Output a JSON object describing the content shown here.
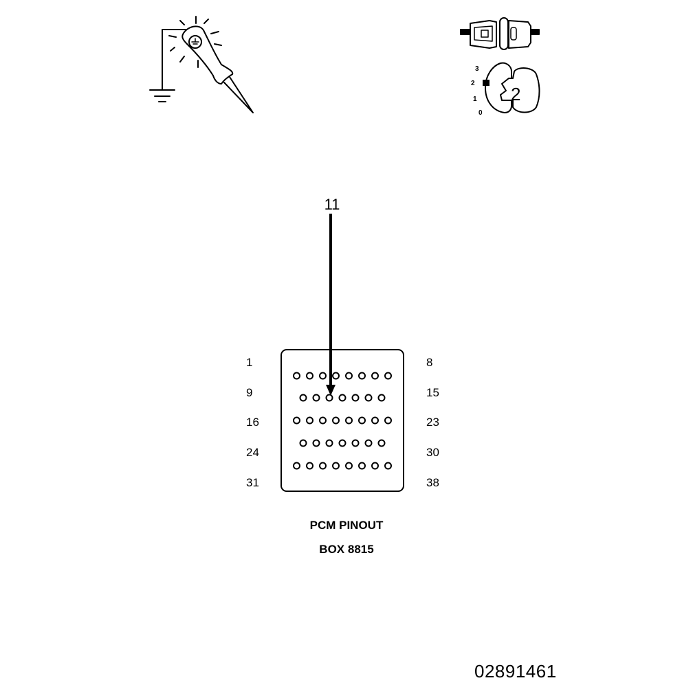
{
  "probe": {
    "icon": "test-light-probe-icon",
    "ground_icon": "ground-symbol-icon"
  },
  "connector_icon": "disconnected-connector-icon",
  "ignition": {
    "icon": "ignition-key-icon",
    "positions": [
      "3",
      "2",
      "1",
      "0"
    ],
    "key_label": "2"
  },
  "callout": {
    "pin_label": "11"
  },
  "connector": {
    "rows": [
      {
        "left": "1",
        "right": "8",
        "count": 8
      },
      {
        "left": "9",
        "right": "15",
        "count": 7
      },
      {
        "left": "16",
        "right": "23",
        "count": 8
      },
      {
        "left": "24",
        "right": "30",
        "count": 7
      },
      {
        "left": "31",
        "right": "38",
        "count": 8
      }
    ],
    "highlighted_pin": 11
  },
  "caption": {
    "line1": "PCM PINOUT",
    "line2": "BOX 8815"
  },
  "figure_id": "02891461"
}
